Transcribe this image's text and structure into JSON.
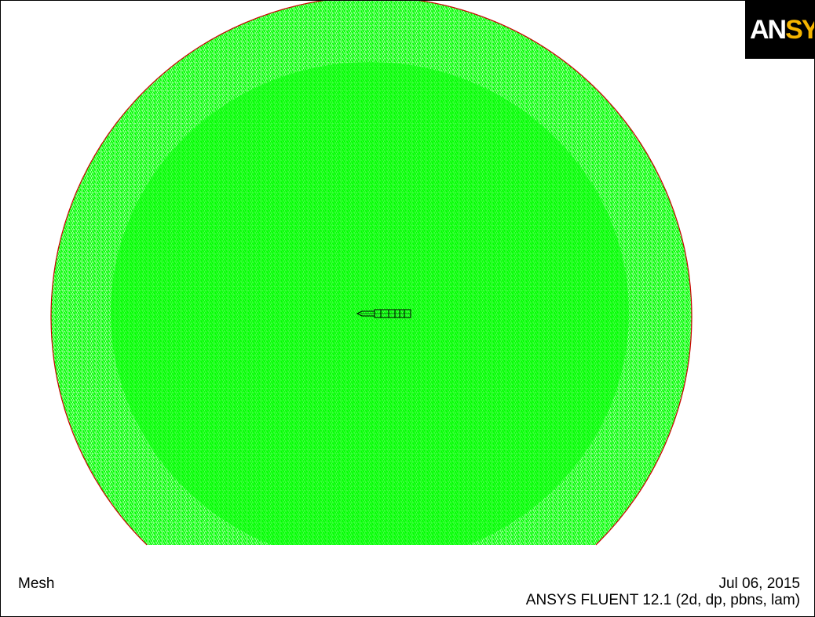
{
  "window": {
    "plot_title": "Mesh",
    "date": "Jul 06, 2015",
    "solver_info": "ANSYS FLUENT 12.1 (2d, dp, pbns, lam)"
  },
  "logo": {
    "text_a": "AN",
    "text_b": "SYS"
  },
  "colors": {
    "mesh_fill": "#00ff00",
    "mesh_lines": "#ffffff",
    "boundary": "#cc0000",
    "background": "#ffffff",
    "body_outline": "#000000",
    "logo_bg": "#000000",
    "logo_accent": "#f5b400"
  },
  "icons": {
    "logo": "ansys-logo-icon",
    "body": "projectile-body-icon"
  }
}
